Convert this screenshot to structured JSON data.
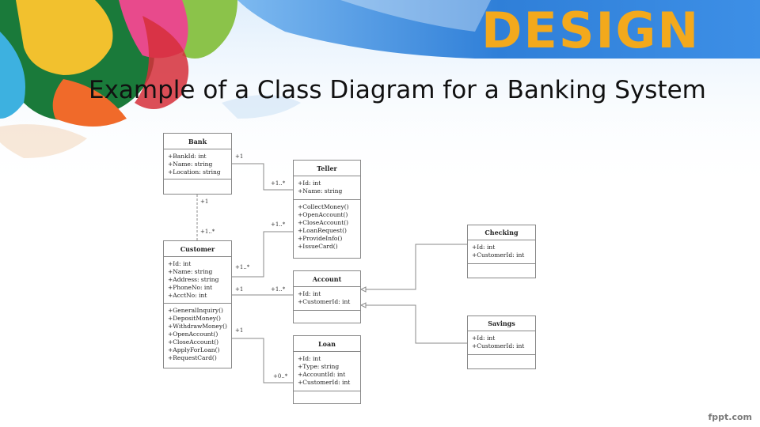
{
  "slide": {
    "title": "Example of a Class Diagram for a Banking System",
    "brand_word": "DESIGN",
    "watermark": "fppt.com"
  },
  "classes": {
    "bank": {
      "name": "Bank",
      "attributes": [
        "+BankId: int",
        "+Name: string",
        "+Location: string"
      ],
      "methods": []
    },
    "teller": {
      "name": "Teller",
      "attributes": [
        "+Id: int",
        "+Name: string"
      ],
      "methods": [
        "+CollectMoney()",
        "+OpenAccount()",
        "+CloseAccount()",
        "+LoanRequest()",
        "+ProvideInfo()",
        "+IssueCard()"
      ]
    },
    "customer": {
      "name": "Customer",
      "attributes": [
        "+Id: int",
        "+Name: string",
        "+Address: string",
        "+PhoneNo: int",
        "+AcctNo: int"
      ],
      "methods": [
        "+GeneralInquiry()",
        "+DepositMoney()",
        "+WithdrawMoney()",
        "+OpenAccount()",
        "+CloseAccount()",
        "+ApplyForLoan()",
        "+RequestCard()"
      ]
    },
    "account": {
      "name": "Account",
      "attributes": [
        "+Id: int",
        "+CustomerId: int"
      ],
      "methods": []
    },
    "loan": {
      "name": "Loan",
      "attributes": [
        "+Id: int",
        "+Type: string",
        "+AccountId: int",
        "+CustomerId: int"
      ],
      "methods": []
    },
    "checking": {
      "name": "Checking",
      "attributes": [
        "+Id: int",
        "+CustomerId: int"
      ],
      "methods": []
    },
    "savings": {
      "name": "Savings",
      "attributes": [
        "+Id: int",
        "+CustomerId: int"
      ],
      "methods": []
    }
  },
  "multiplicities": {
    "bank_teller_bank": "+1",
    "bank_teller_teller": "+1..*",
    "bank_customer_bank": "+1",
    "bank_customer_customer": "+1..*",
    "teller_customer_teller": "+1..*",
    "teller_customer_customer": "+1..*",
    "customer_account_customer": "+1",
    "customer_account_account": "+1..*",
    "customer_loan_customer": "+1",
    "customer_loan_loan": "+0..*"
  },
  "colors": {
    "brand_orange": "#f3a91c",
    "banner_blue": "#2f7fd8",
    "line_gray": "#8a8a8a"
  }
}
